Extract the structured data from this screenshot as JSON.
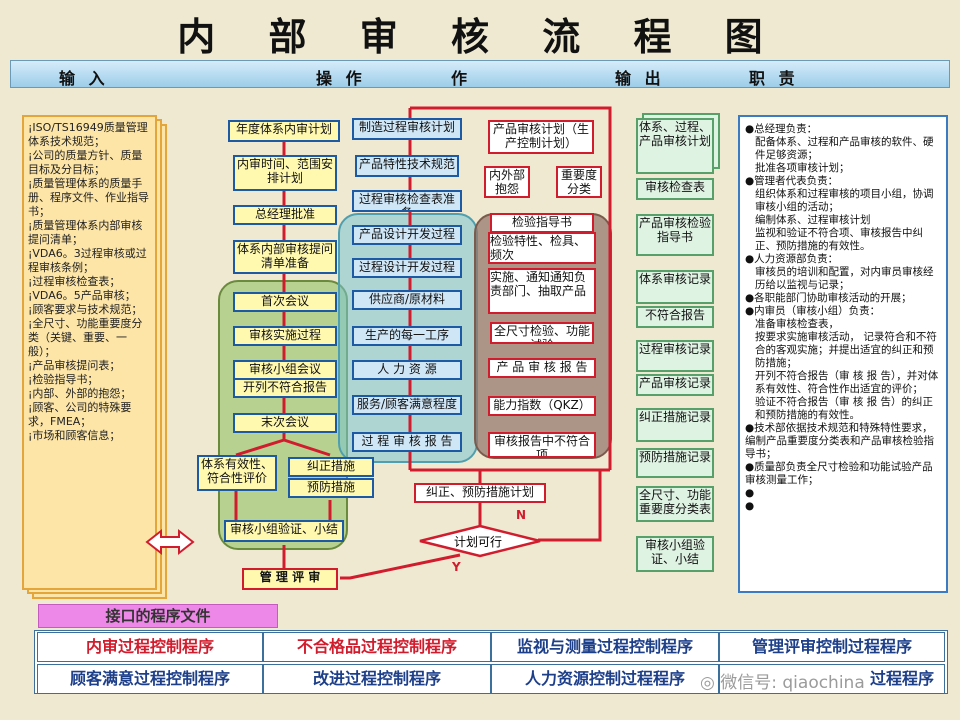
{
  "title": "内 部 审 核 流 程 图",
  "header": {
    "input": "输 入",
    "operate": "操 作",
    "output": "输 出",
    "duty": "职 责"
  },
  "inputs": [
    "¡ISO/TS16949质量管理体系技术规范；",
    "¡公司的质量方针、质量目标及分目标；",
    "¡质量管理体系的质量手册、程序文件、作业指导书；",
    "¡质量管理体系内部审核提问清单；",
    "¡VDA6。3过程审核或过程审核条例；",
    "¡过程审核检查表；",
    "¡VDA6。5产品审核；",
    "¡顾客要求与技术规范；",
    "¡全尺寸、功能重要度分类（关键、重要、一般）；",
    "¡产品审核提问表；",
    "¡检验指导书；",
    "¡内部、外部的抱怨；",
    "¡顾客、公司的特殊要求，FMEA；",
    "¡市场和顾客信息；"
  ],
  "col1": [
    "年度体系内审计划",
    "内审时间、范围安排计划",
    "总经理批准",
    "体系内部审核提问清单准备",
    "首次会议",
    "审核实施过程",
    "审核小组会议",
    "开列不符合报告",
    "末次会议",
    "体系有效性、符合性评价",
    "纠正措施",
    "预防措施",
    "审核小组验证、小结",
    "管 理 评 审"
  ],
  "col2": [
    "制造过程审核计划",
    "产品特性技术规范",
    "过程审核检查表准备",
    "产品设计开发过程",
    "过程设计开发过程",
    "供应商/原材料",
    "生产的每一工序",
    "人 力 资 源",
    "服务/顾客满意程度",
    "过 程 审 核 报 告"
  ],
  "col3": [
    "产品审核计划（生产控制计划）",
    "内外部抱怨",
    "重要度分类",
    "检验指导书",
    "检验特性、检具、频次",
    "实施、通知通知负责部门、抽取产品",
    "全尺寸检验、功能试验",
    "产 品 审 核 报 告",
    "能力指数（QKZ）",
    "审核报告中不符合项"
  ],
  "center": {
    "corrective_plan": "纠正、预防措施计划",
    "decision": "计划可行",
    "no": "N",
    "yes": "Y"
  },
  "outputs": [
    "体系、过程、产品审核计划",
    "审核检查表",
    "产品审核检验指导书",
    "体系审核记录",
    "不符合报告",
    "过程审核记录",
    "产品审核记录",
    "纠正措施记录",
    "预防措施记录",
    "全尺寸、功能重要度分类表",
    "审核小组验证、小结"
  ],
  "duties": [
    "●总经理负责：",
    "配备体系、过程和产品审核的软件、硬件足够资源；",
    "批准各项审核计划；",
    "●管理者代表负责：",
    "组织体系和过程审核的项目小组，协调审核小组的活动；",
    "编制体系、过程审核计划",
    "监视和验证不符合项、审核报告中纠正、预防措施的有效性。",
    "●人力资源部负责：",
    "审核员的培训和配置，对内审员审核经历给以监视与记录；",
    "●各职能部门协助审核活动的开展；",
    "●内审员（审核小组）负责：",
    "准备审核检查表，",
    "按要求实施审核活动， 记录符合和不符合的客观实施；并提出适宜的纠正和预防措施；",
    "开列不符合报告（审 核 报 告），并对体系有效性、符合性作出适宜的评价；",
    "验证不符合报告（审 核 报 告）的纠正和预防措施的有效性。",
    "●技术部依据技术规范和特殊特性要求，编制产品重要度分类表和产品审核检验指导书；",
    "●质量部负责全尺寸检验和功能试验产品审核测量工作；",
    "●",
    "●"
  ],
  "interface": {
    "label": "接口的程序文件",
    "row1": [
      "内审过程控制程序",
      "不合格品过程控制程序",
      "监视与测量过程控制程序",
      "管理评审控制过程程序"
    ],
    "row2": [
      "顾客满意过程控制程序",
      "改进过程控制程序",
      "人力资源控制过程程序",
      "过程程序"
    ]
  },
  "watermark": "微信号: qiaochina"
}
